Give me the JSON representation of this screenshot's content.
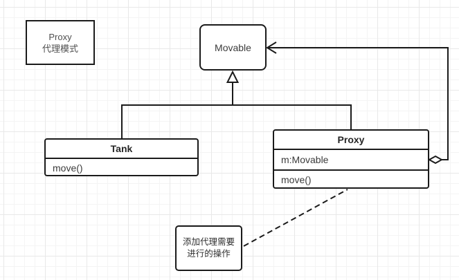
{
  "diagram": {
    "title_note": {
      "lines": [
        "Proxy",
        "代理模式"
      ]
    },
    "movable": {
      "name": "Movable"
    },
    "tank": {
      "name": "Tank",
      "methods": [
        "move()"
      ]
    },
    "proxy": {
      "name": "Proxy",
      "fields": [
        "m:Movable"
      ],
      "methods": [
        "move()"
      ]
    },
    "note": {
      "lines": [
        "添加代理需要",
        "进行的操作"
      ]
    },
    "relations": {
      "inheritance": "Tank and Proxy extend Movable",
      "aggregation": "Proxy holds m:Movable",
      "dependency": "note attached to Proxy"
    },
    "colors": {
      "stroke": "#1a1a1a",
      "background": "#ffffff",
      "grid_minor": "#f4f4f4",
      "grid_major": "#e8e8e8",
      "text": "#3b3b3b",
      "muted_text": "#4f4f4f"
    }
  }
}
